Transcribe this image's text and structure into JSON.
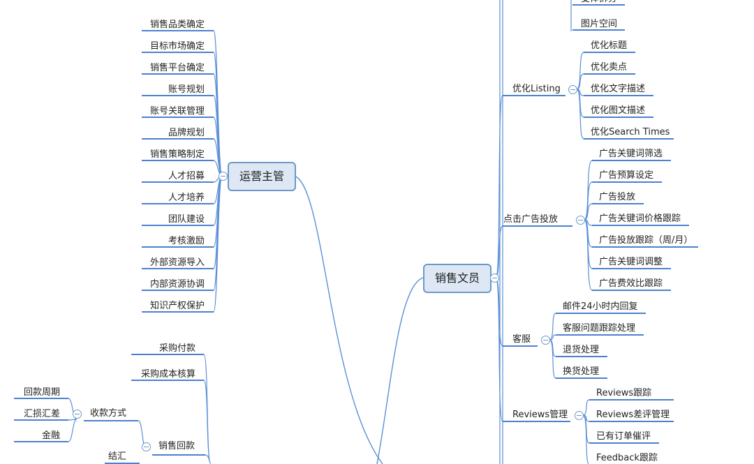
{
  "diagram": {
    "colors": {
      "line": "#5b8fd6",
      "underline": "#4a80cf",
      "node_fill": "#dde8f4",
      "node_border": "#6d97c9"
    },
    "top_right_items": [
      "变体拆分",
      "图片空间"
    ],
    "ops": {
      "title": "运营主管",
      "items": [
        "销售品类确定",
        "目标市场确定",
        "销售平台确定",
        "账号规划",
        "账号关联管理",
        "品牌规划",
        "销售策略制定",
        "人才招募",
        "人才培养",
        "团队建设",
        "考核激励",
        "外部资源导入",
        "内部资源协调",
        "知识产权保护"
      ]
    },
    "finance": {
      "items": [
        "采购付款",
        "采购成本核算"
      ],
      "collection": {
        "label": "收款方式",
        "items": [
          "回款周期",
          "汇损汇差",
          "金融"
        ]
      },
      "sales_return": "销售回款",
      "settlement": "结汇"
    },
    "sales": {
      "title": "销售文员",
      "groups": [
        {
          "label": "优化Listing",
          "items": [
            "优化标题",
            "优化卖点",
            "优化文字描述",
            "优化图文描述",
            "优化Search Times"
          ]
        },
        {
          "label": "点击广告投放",
          "items": [
            "广告关键词筛选",
            "广告预算设定",
            "广告投放",
            "广告关键词价格跟踪",
            "广告投放跟踪（周/月）",
            "广告关键词调整",
            "广告费效比跟踪"
          ]
        },
        {
          "label": "客服",
          "items": [
            "邮件24小时内回复",
            "客服问题跟踪处理",
            "退货处理",
            "换货处理"
          ]
        },
        {
          "label": "Reviews管理",
          "items": [
            "Reviews跟踪",
            "Reviews差评管理",
            "已有订单催评",
            "Feedback跟踪"
          ]
        }
      ]
    }
  }
}
